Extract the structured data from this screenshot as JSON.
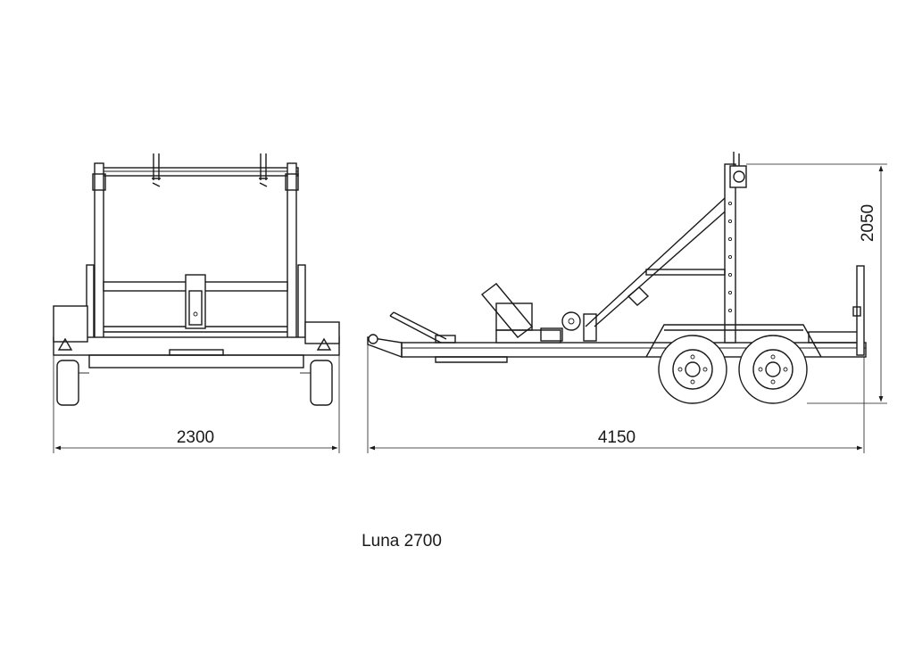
{
  "model_label": "Luna 2700",
  "dimensions": {
    "width": "2300",
    "length": "4150",
    "height": "2050"
  }
}
